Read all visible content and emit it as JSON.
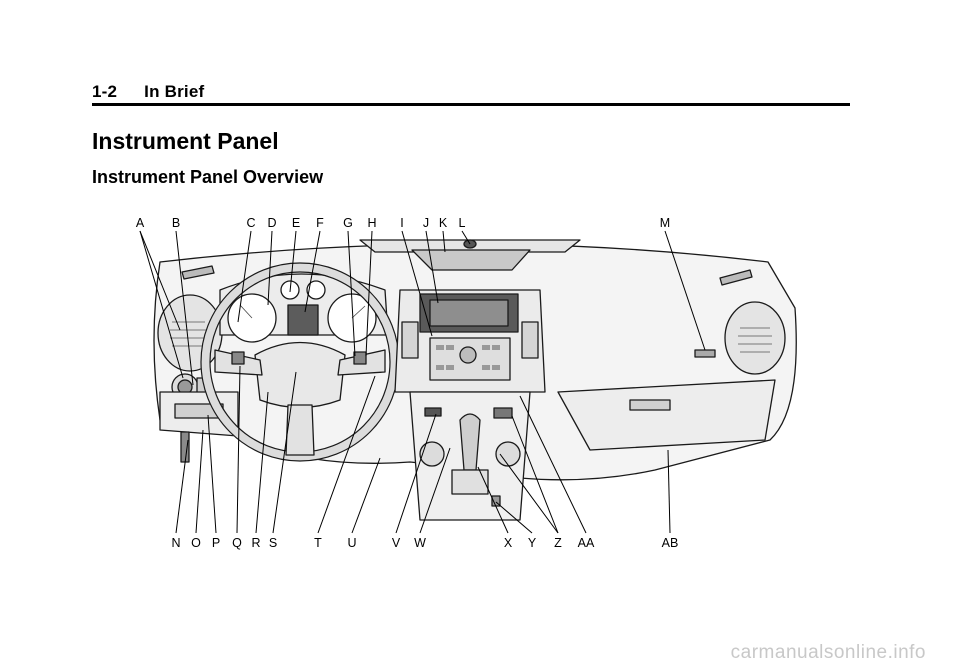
{
  "header": {
    "page_number": "1-2",
    "chapter": "In Brief"
  },
  "section_title": "Instrument Panel",
  "subsection_title": "Instrument Panel Overview",
  "figure": {
    "callouts_top": [
      "A",
      "B",
      "C",
      "D",
      "E",
      "F",
      "G",
      "H",
      "I",
      "J",
      "K",
      "L",
      "M"
    ],
    "callouts_bottom": [
      "N",
      "O",
      "P",
      "Q",
      "R",
      "S",
      "T",
      "U",
      "V",
      "W",
      "X",
      "Y",
      "Z",
      "AA",
      "AB"
    ]
  },
  "watermark": "carmanualsonline.info"
}
